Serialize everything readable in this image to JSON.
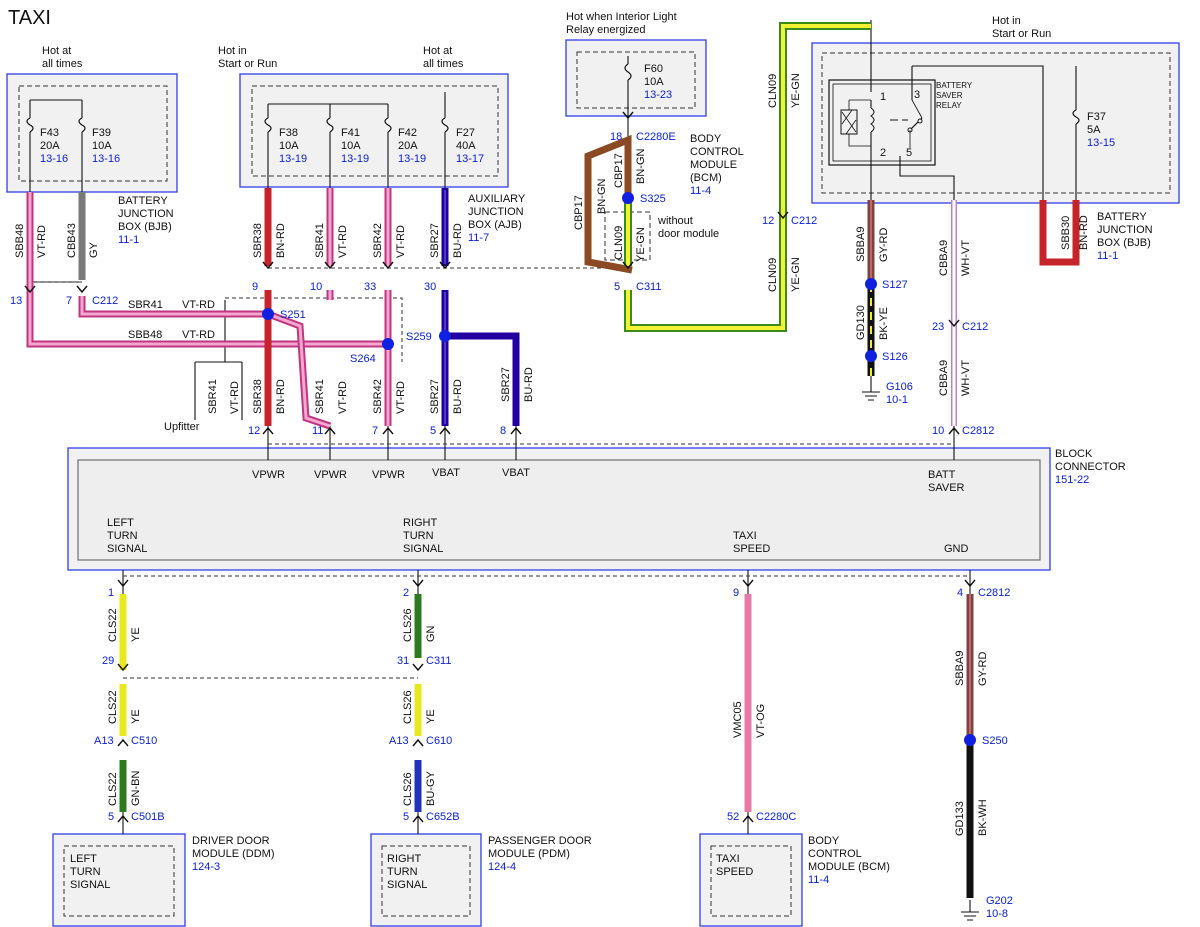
{
  "title": "TAXI",
  "boxes": {
    "bjb_left": {
      "hot": [
        "Hot at",
        "all times"
      ],
      "name": [
        "BATTERY",
        "JUNCTION",
        "BOX (BJB)"
      ],
      "ref": "11-1"
    },
    "ajb": {
      "hot_left": [
        "Hot in",
        "Start or Run"
      ],
      "hot_right": [
        "Hot at",
        "all times"
      ],
      "name": [
        "AUXILIARY",
        "JUNCTION",
        "BOX (AJB)"
      ],
      "ref": "11-7"
    },
    "bcm_top": {
      "hot": [
        "Hot when Interior Light",
        "Relay energized"
      ],
      "name": [
        "BODY",
        "CONTROL",
        "MODULE",
        "(BCM)"
      ],
      "ref": "11-4"
    },
    "bjb_right": {
      "hot": [
        "Hot in",
        "Start or Run"
      ],
      "name": [
        "BATTERY",
        "JUNCTION",
        "BOX (BJB)"
      ],
      "ref": "11-1",
      "relay": [
        "BATTERY",
        "SAVER",
        "RELAY"
      ],
      "pins": [
        "1",
        "3",
        "2",
        "5"
      ]
    },
    "block": {
      "name": [
        "BLOCK",
        "CONNECTOR"
      ],
      "ref": "151-22"
    },
    "ddm": {
      "inner": [
        "LEFT",
        "TURN",
        "SIGNAL"
      ],
      "name": [
        "DRIVER DOOR",
        "MODULE (DDM)"
      ],
      "ref": "124-3"
    },
    "pdm": {
      "inner": [
        "RIGHT",
        "TURN",
        "SIGNAL"
      ],
      "name": [
        "PASSENGER DOOR",
        "MODULE (PDM)"
      ],
      "ref": "124-4"
    },
    "bcm_bottom": {
      "inner": [
        "TAXI",
        "SPEED"
      ],
      "name": [
        "BODY",
        "CONTROL",
        "MODULE (BCM)"
      ],
      "ref": "11-4"
    }
  },
  "fuses": [
    {
      "id": "F43",
      "amps": "20A",
      "ref": "13-16"
    },
    {
      "id": "F39",
      "amps": "10A",
      "ref": "13-16"
    },
    {
      "id": "F38",
      "amps": "10A",
      "ref": "13-19"
    },
    {
      "id": "F41",
      "amps": "10A",
      "ref": "13-19"
    },
    {
      "id": "F42",
      "amps": "20A",
      "ref": "13-19"
    },
    {
      "id": "F27",
      "amps": "40A",
      "ref": "13-17"
    },
    {
      "id": "F60",
      "amps": "10A",
      "ref": "13-23"
    },
    {
      "id": "F37",
      "amps": "5A",
      "ref": "13-15"
    }
  ],
  "wire_labels": [
    {
      "circuit": "SBB48",
      "color": "VT-RD"
    },
    {
      "circuit": "CBB43",
      "color": "GY"
    },
    {
      "circuit": "SBR38",
      "color": "BN-RD"
    },
    {
      "circuit": "SBR41",
      "color": "VT-RD"
    },
    {
      "circuit": "SBR42",
      "color": "VT-RD"
    },
    {
      "circuit": "SBR27",
      "color": "BU-RD"
    },
    {
      "circuit": "CBP17",
      "color": "BN-GN"
    },
    {
      "circuit": "CBP17",
      "color": "BN-GN"
    },
    {
      "circuit": "CLN09",
      "color": "YE-GN"
    },
    {
      "circuit": "CLN09",
      "color": "YE-GN"
    },
    {
      "circuit": "CLN09",
      "color": "YE-GN"
    },
    {
      "circuit": "SBBA9",
      "color": "GY-RD"
    },
    {
      "circuit": "SBB30",
      "color": "BN-RD"
    },
    {
      "circuit": "CBBA9",
      "color": "WH-VT"
    },
    {
      "circuit": "GD130",
      "color": "BK-YE"
    },
    {
      "circuit": "CBBA9",
      "color": "WH-VT"
    },
    {
      "circuit": "SBR41",
      "color": "VT-RD"
    },
    {
      "circuit": "SBR38",
      "color": "BN-RD"
    },
    {
      "circuit": "SBR41",
      "color": "VT-RD"
    },
    {
      "circuit": "SBR42",
      "color": "VT-RD"
    },
    {
      "circuit": "SBR27",
      "color": "BU-RD"
    },
    {
      "circuit": "SBR27",
      "color": "BU-RD"
    },
    {
      "circuit": "CLS22",
      "color": "YE"
    },
    {
      "circuit": "CLS22",
      "color": "YE"
    },
    {
      "circuit": "CLS22",
      "color": "GN-BN"
    },
    {
      "circuit": "CLS26",
      "color": "GN"
    },
    {
      "circuit": "CLS26",
      "color": "YE"
    },
    {
      "circuit": "CLS26",
      "color": "BU-GY"
    },
    {
      "circuit": "VMC05",
      "color": "VT-OG"
    },
    {
      "circuit": "SBBA9",
      "color": "GY-RD"
    },
    {
      "circuit": "GD133",
      "color": "BK-WH"
    }
  ],
  "horizontal_labels": [
    {
      "circuit": "SBR41",
      "color": "VT-RD"
    },
    {
      "circuit": "SBB48",
      "color": "VT-RD"
    }
  ],
  "connectors": {
    "C212_left": "C212",
    "C2280E": "C2280E",
    "C311_top": "C311",
    "C212_mid": "C212",
    "C212_right": "C212",
    "C2812_top": "C2812",
    "C2812_bottom": "C2812",
    "C311_bottom": "C311",
    "C510": "C510",
    "C610": "C610",
    "C501B": "C501B",
    "C652B": "C652B",
    "C2280C": "C2280C"
  },
  "pins": {
    "p13": "13",
    "p7_left": "7",
    "p9": "9",
    "p10": "10",
    "p33": "33",
    "p30": "30",
    "p18": "18",
    "p5_top": "5",
    "p12_mid": "12",
    "p23": "23",
    "p10_right": "10",
    "p12": "12",
    "p11": "11",
    "p7": "7",
    "p5": "5",
    "p8": "8",
    "p1": "1",
    "p2": "2",
    "p9_bottom": "9",
    "p4": "4",
    "p29": "29",
    "p31": "31",
    "pA13_left": "A13",
    "pA13_right": "A13",
    "p5_ddm": "5",
    "p5_pdm": "5",
    "p52": "52"
  },
  "splices": [
    "S251",
    "S264",
    "S259",
    "S325",
    "S127",
    "S126",
    "S250"
  ],
  "grounds": [
    {
      "id": "G106",
      "ref": "10-1"
    },
    {
      "id": "G202",
      "ref": "10-8"
    }
  ],
  "pin_names": {
    "vpwr": "VPWR",
    "vbat": "VBAT",
    "batt_saver": [
      "BATT",
      "SAVER"
    ],
    "left_turn": [
      "LEFT",
      "TURN",
      "SIGNAL"
    ],
    "right_turn": [
      "RIGHT",
      "TURN",
      "SIGNAL"
    ],
    "taxi_speed": [
      "TAXI",
      "SPEED"
    ],
    "gnd": "GND"
  },
  "notes": {
    "without_door_module": [
      "without",
      "door module"
    ],
    "upfitter": "Upfitter"
  },
  "colors": {
    "blue_outline": "#2f3fe8",
    "ref_blue": "#0a22d8",
    "pink": "#ef74b2",
    "red": "#c4242a",
    "gray_wire": "#8a8a8a",
    "brown": "#8b4a24",
    "navy": "#2200a0",
    "yellow": "#eeee22",
    "green": "#2d7a1f",
    "black": "#111111"
  }
}
